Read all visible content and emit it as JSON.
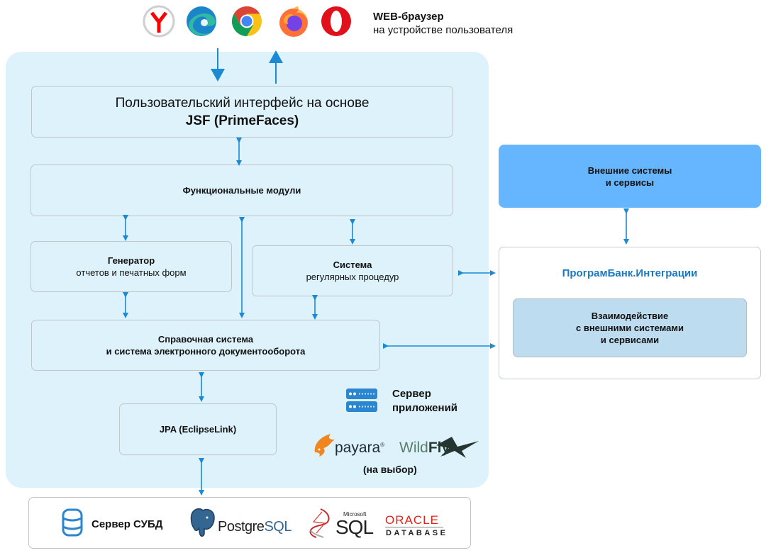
{
  "browser": {
    "title": "WEB-браузер",
    "subtitle": "на устройстве пользователя",
    "icons": [
      "yandex-browser-icon",
      "edge-icon",
      "chrome-icon",
      "firefox-icon",
      "opera-icon"
    ]
  },
  "app_server": {
    "ui_layer": {
      "line1": "Пользовательский интерфейс на основе",
      "line2": "JSF (PrimeFaces)"
    },
    "functional_modules": {
      "label": "Функциональные модули"
    },
    "report_generator": {
      "title": "Генератор",
      "subtitle": "отчетов и печатных форм"
    },
    "regular_procedures": {
      "title": "Система",
      "subtitle": "регулярных процедур"
    },
    "reference_system": {
      "line1": "Справочная система",
      "line2": "и система электронного документооборота"
    },
    "jpa": {
      "label": "JPA (EclipseLink)"
    },
    "server_label": {
      "line1": "Сервер",
      "line2": "приложений"
    },
    "server_options": {
      "payara": "payara",
      "payara_mark": "®",
      "wildfly_light": "Wild",
      "wildfly_bold": "Fly",
      "choice_note": "(на выбор)"
    }
  },
  "external": {
    "systems": {
      "line1": "Внешние системы",
      "line2": "и сервисы"
    },
    "integration": {
      "title": "ПрограмБанк.Интеграции",
      "inner": {
        "line1": "Взаимодействие",
        "line2": "с внешними системами",
        "line3": "и сервисами"
      }
    }
  },
  "database": {
    "label": "Сервер СУБД",
    "postgres": {
      "part1": "Postgre",
      "part2": "SQL"
    },
    "mssql": {
      "small": "Microsoft",
      "big": "SQL"
    },
    "oracle": {
      "top": "ORACLE",
      "bottom": "DATABASE"
    }
  },
  "colors": {
    "container_bg": "#ddf2fb",
    "arrow": "#1a8ad4",
    "external_box": "#66b5ff",
    "integration_title": "#1a78c2",
    "integration_inner": "#bddcf0"
  }
}
